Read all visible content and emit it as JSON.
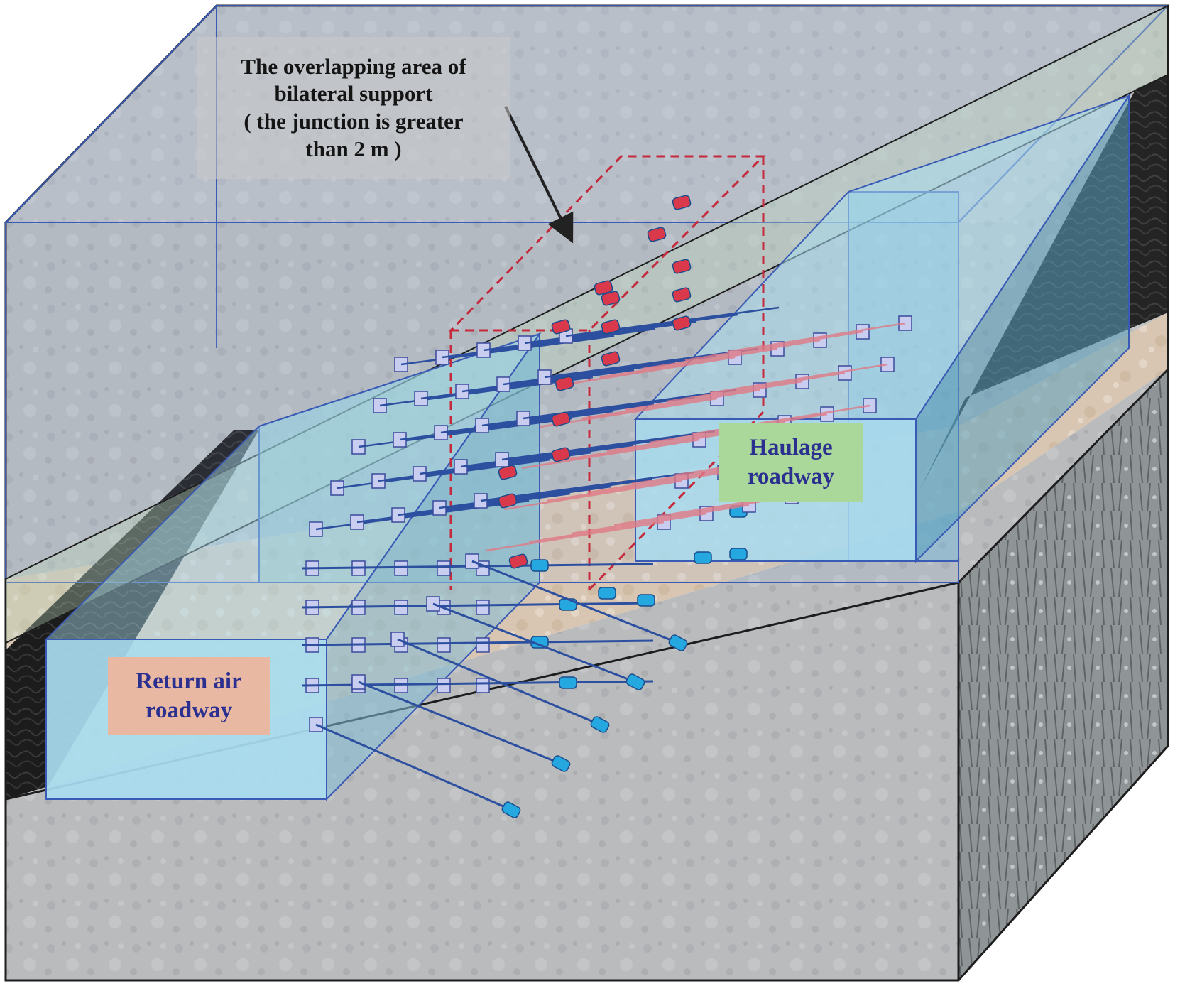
{
  "callout": {
    "lines": [
      "The overlapping area of",
      "bilateral support",
      "( the junction is greater",
      "than 2 m )"
    ]
  },
  "haulage": {
    "lines": [
      "Haulage",
      "roadway"
    ]
  },
  "return_air": {
    "lines": [
      "Return air",
      "roadway"
    ]
  },
  "colors": {
    "box_outline": "#3a5bb5",
    "roadway_fill": "#a8dcef",
    "bolt_blue": "#2c4fa0",
    "anchor_cyan": "#25a7e0",
    "bolt_red": "#e07a86",
    "anchor_red": "#d9394b",
    "overlap_dash": "#c42a3c",
    "coal_seam": "#222222",
    "sandstone": "#d8c4b0",
    "rock_gray": "#a9abad"
  },
  "icons": {
    "bolt_plate": "square-plate-icon",
    "anchor_head": "cylinder-anchor-icon",
    "pointer": "arrow-icon"
  }
}
